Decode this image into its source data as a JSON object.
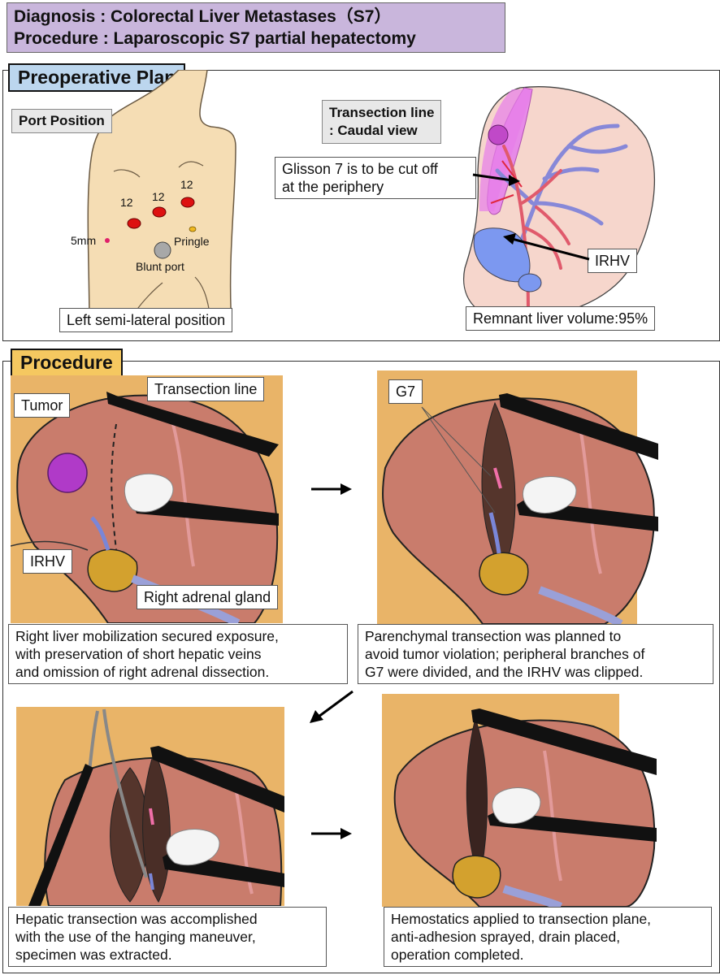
{
  "header": {
    "diagnosis": "Diagnosis : Colorectal Liver Metastases（S7）",
    "procedure": "Procedure : Laparoscopic S7 partial hepatectomy"
  },
  "preop": {
    "title": "Preoperative Plan",
    "port_position": "Port Position",
    "ports": {
      "p1": "12",
      "p2": "12",
      "p3": "12",
      "p5mm": "5mm",
      "pringle": "Pringle",
      "blunt": "Blunt port"
    },
    "position_label": "Left semi-lateral position",
    "transection_title_1": "Transection line",
    "transection_title_2": ": Caudal view",
    "glisson_1": "Glisson 7 is to be cut off",
    "glisson_2": "at the periphery",
    "irhv": "IRHV",
    "remnant": "Remnant liver volume:95%"
  },
  "procedure": {
    "title": "Procedure",
    "step1": {
      "tumor": "Tumor",
      "transection_line": "Transection line",
      "irhv": "IRHV",
      "adrenal": "Right adrenal gland",
      "caption": [
        "Right liver mobilization secured exposure,",
        "with preservation of short hepatic veins",
        "and omission of right adrenal dissection."
      ]
    },
    "step2": {
      "g7": "G7",
      "caption": [
        "Parenchymal transection was planned to",
        "avoid tumor violation; peripheral branches of",
        "G7 were divided, and the IRHV was clipped."
      ]
    },
    "step3": {
      "caption": [
        "Hepatic transection was accomplished",
        "with the use of the hanging maneuver,",
        "specimen was extracted."
      ]
    },
    "step4": {
      "caption": [
        "Hemostatics applied to transection plane,",
        "anti-adhesion sprayed, drain placed,",
        "operation completed."
      ]
    }
  },
  "colors": {
    "header_bg": "#c9b6dc",
    "preop_title_bg": "#bcd6ee",
    "procedure_title_bg": "#f5c860",
    "liver": "#c97c6c",
    "tumor": "#b03ac8",
    "port_red": "#dd1111"
  }
}
